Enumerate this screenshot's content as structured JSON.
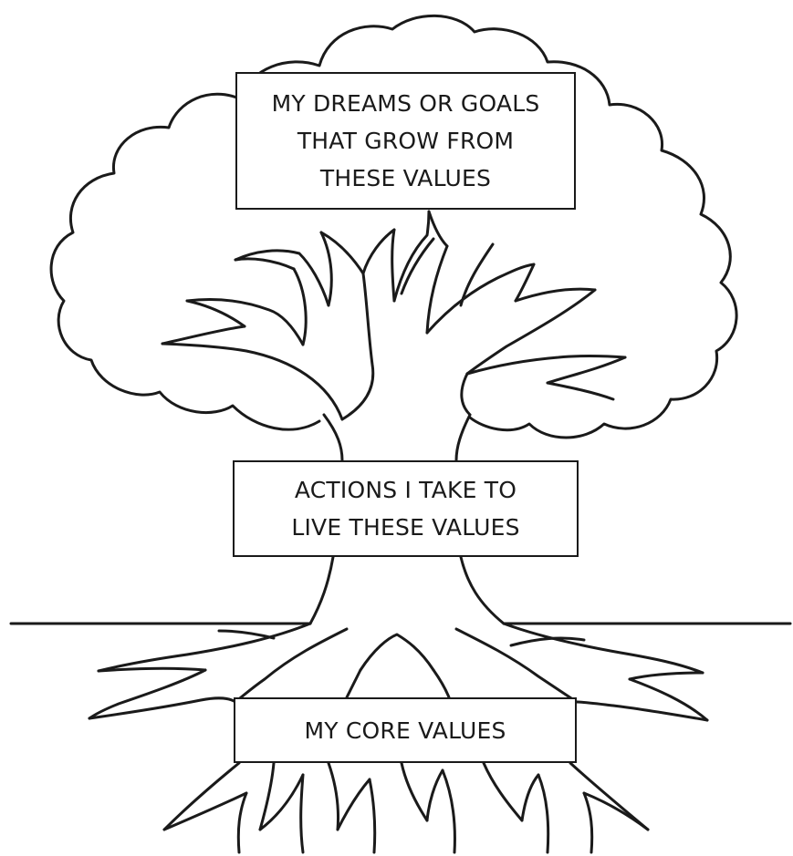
{
  "diagram": {
    "stroke_color": "#1a1a1a",
    "background_color": "#ffffff",
    "boxes": {
      "dreams": {
        "lines": [
          "MY DREAMS OR GOALS",
          "THAT GROW FROM",
          "THESE VALUES"
        ]
      },
      "actions": {
        "lines": [
          "ACTIONS I TAKE TO",
          "LIVE THESE VALUES"
        ]
      },
      "core": {
        "lines": [
          "MY CORE VALUES"
        ]
      }
    }
  }
}
